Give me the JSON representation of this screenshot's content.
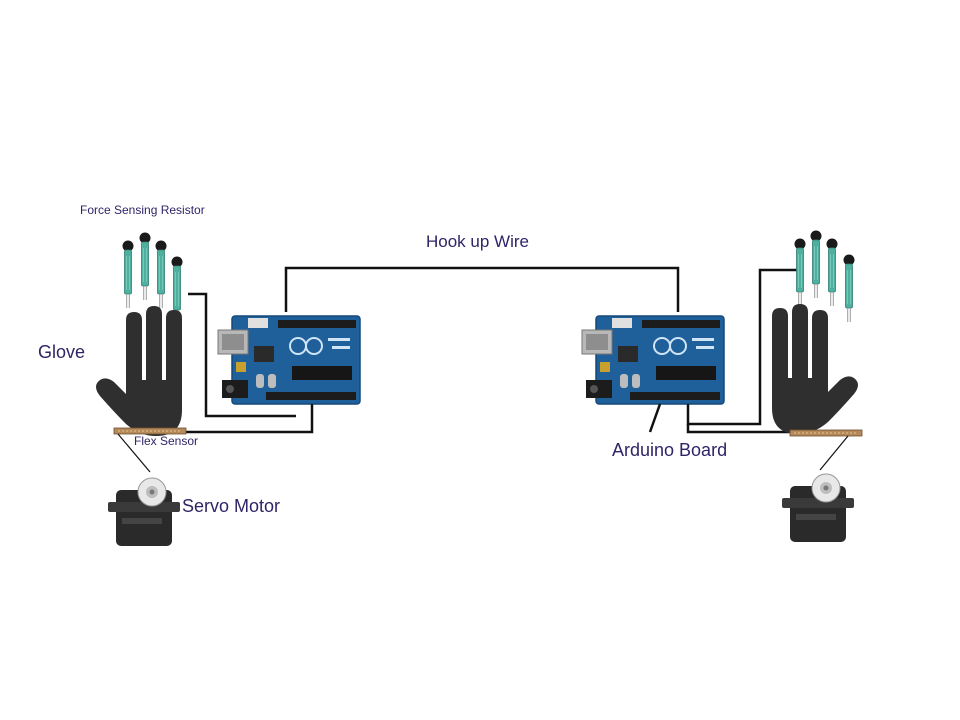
{
  "labels": {
    "force_sensing_resistor": "Force Sensing Resistor",
    "glove": "Glove",
    "flex_sensor": "Flex Sensor",
    "servo_motor": "Servo Motor",
    "hook_up_wire": "Hook up Wire",
    "arduino_board": "Arduino Board"
  },
  "colors": {
    "label_text": "#2e2566",
    "wire": "#111111",
    "hand": "#2f2f2f",
    "fsr_body": "#4fb0a0",
    "fsr_tip": "#1a1a1a",
    "board": "#1f5f9a",
    "board_edge": "#174a7a",
    "header": "#1c1c1c",
    "chip": "#161616",
    "servo_body": "#2a2a2a",
    "servo_horn": "#e8e8e8",
    "flex_strip": "#b48a5a"
  },
  "icons": {
    "glove": "hand-silhouette-icon",
    "fsr": "force-sensing-resistor-icon",
    "board": "arduino-board-icon",
    "servo": "servo-motor-icon",
    "flex": "flex-sensor-icon"
  }
}
